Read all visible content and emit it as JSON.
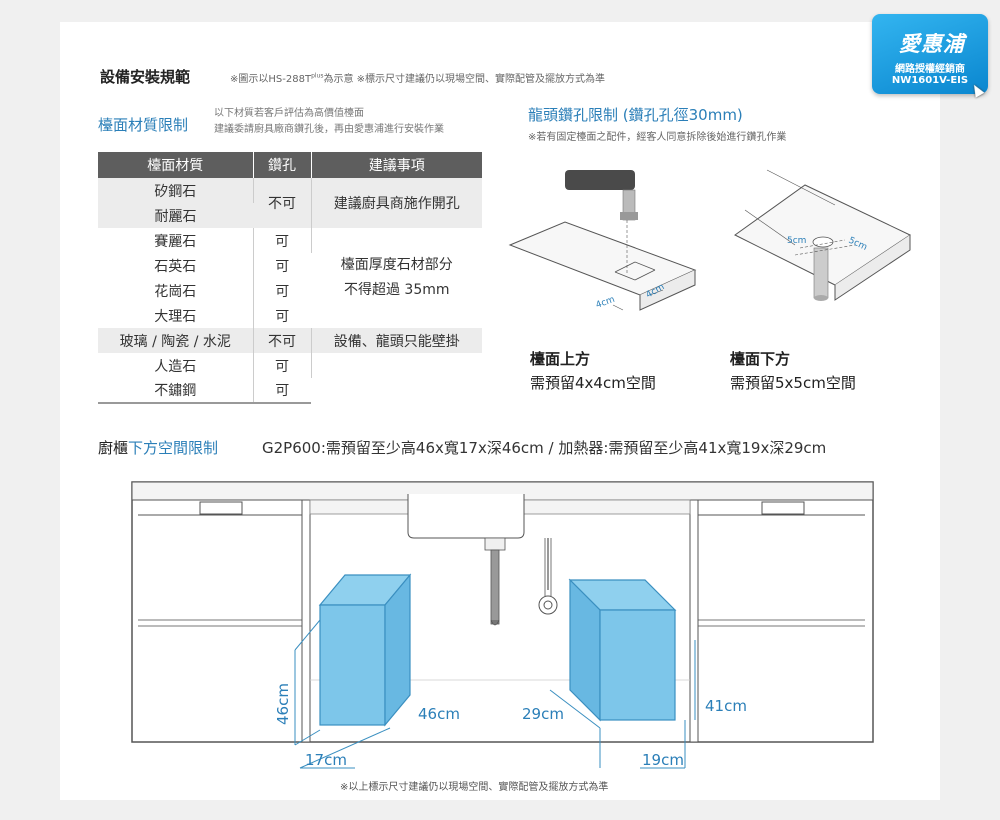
{
  "header": {
    "title": "設備安裝規範",
    "note_before": "※圖示以HS-288T",
    "note_sup": "plus",
    "note_after": "為示意  ※標示尺寸建議仍以現場空間、實際配管及擺放方式為準"
  },
  "badge": {
    "logo": "愛惠浦",
    "line1": "網路授權經銷商",
    "line2": "NW1601V-EIS"
  },
  "material": {
    "title": "檯面材質限制",
    "desc1": "以下材質若客戶評估為高價值檯面",
    "desc2": "建議委請廚具廠商鑽孔後，再由愛惠浦進行安裝作業",
    "table": {
      "headers": [
        "檯面材質",
        "鑽孔",
        "建議事項"
      ],
      "rows": [
        [
          "矽鋼石",
          "不可",
          "建議廚具商施作開孔"
        ],
        [
          "耐麗石",
          "",
          ""
        ],
        [
          "賽麗石",
          "可",
          ""
        ],
        [
          "石英石",
          "可",
          "檯面厚度石材部分"
        ],
        [
          "花崗石",
          "可",
          "不得超過 35mm"
        ],
        [
          "大理石",
          "可",
          ""
        ],
        [
          "玻璃 / 陶瓷 / 水泥",
          "不可",
          "設備、龍頭只能壁掛"
        ],
        [
          "人造石",
          "可",
          ""
        ],
        [
          "不鏽鋼",
          "可",
          ""
        ]
      ]
    }
  },
  "faucet": {
    "title": "龍頭鑽孔限制 (鑽孔孔徑30mm)",
    "note": "※若有固定檯面之配件，經客人同意拆除後始進行鑽孔作業",
    "above_dim1": "4cm",
    "above_dim2": "4cm",
    "below_dim1": "5cm",
    "below_dim2": "5cm",
    "above_label": "檯面上方",
    "above_desc": "需預留4x4cm空間",
    "below_label": "檯面下方",
    "below_desc": "需預留5x5cm空間"
  },
  "cabinet": {
    "title_part1": "廚櫃",
    "title_part2": "下方空間限制",
    "spec": "G2P600:需預留至少高46x寬17x深46cm / 加熱器:需預留至少高41x寬19x深29cm",
    "left_height": "46cm",
    "left_depth": "46cm",
    "left_width": "17cm",
    "right_depth": "29cm",
    "right_height": "41cm",
    "right_width": "19cm",
    "footnote": "※以上標示尺寸建議仍以現場空間、實際配管及擺放方式為準"
  },
  "colors": {
    "accent_blue": "#2b7fb8",
    "box_fill": "#7dc6ea",
    "badge_blue": "#1a9be0",
    "table_header": "#5e5e5e"
  }
}
